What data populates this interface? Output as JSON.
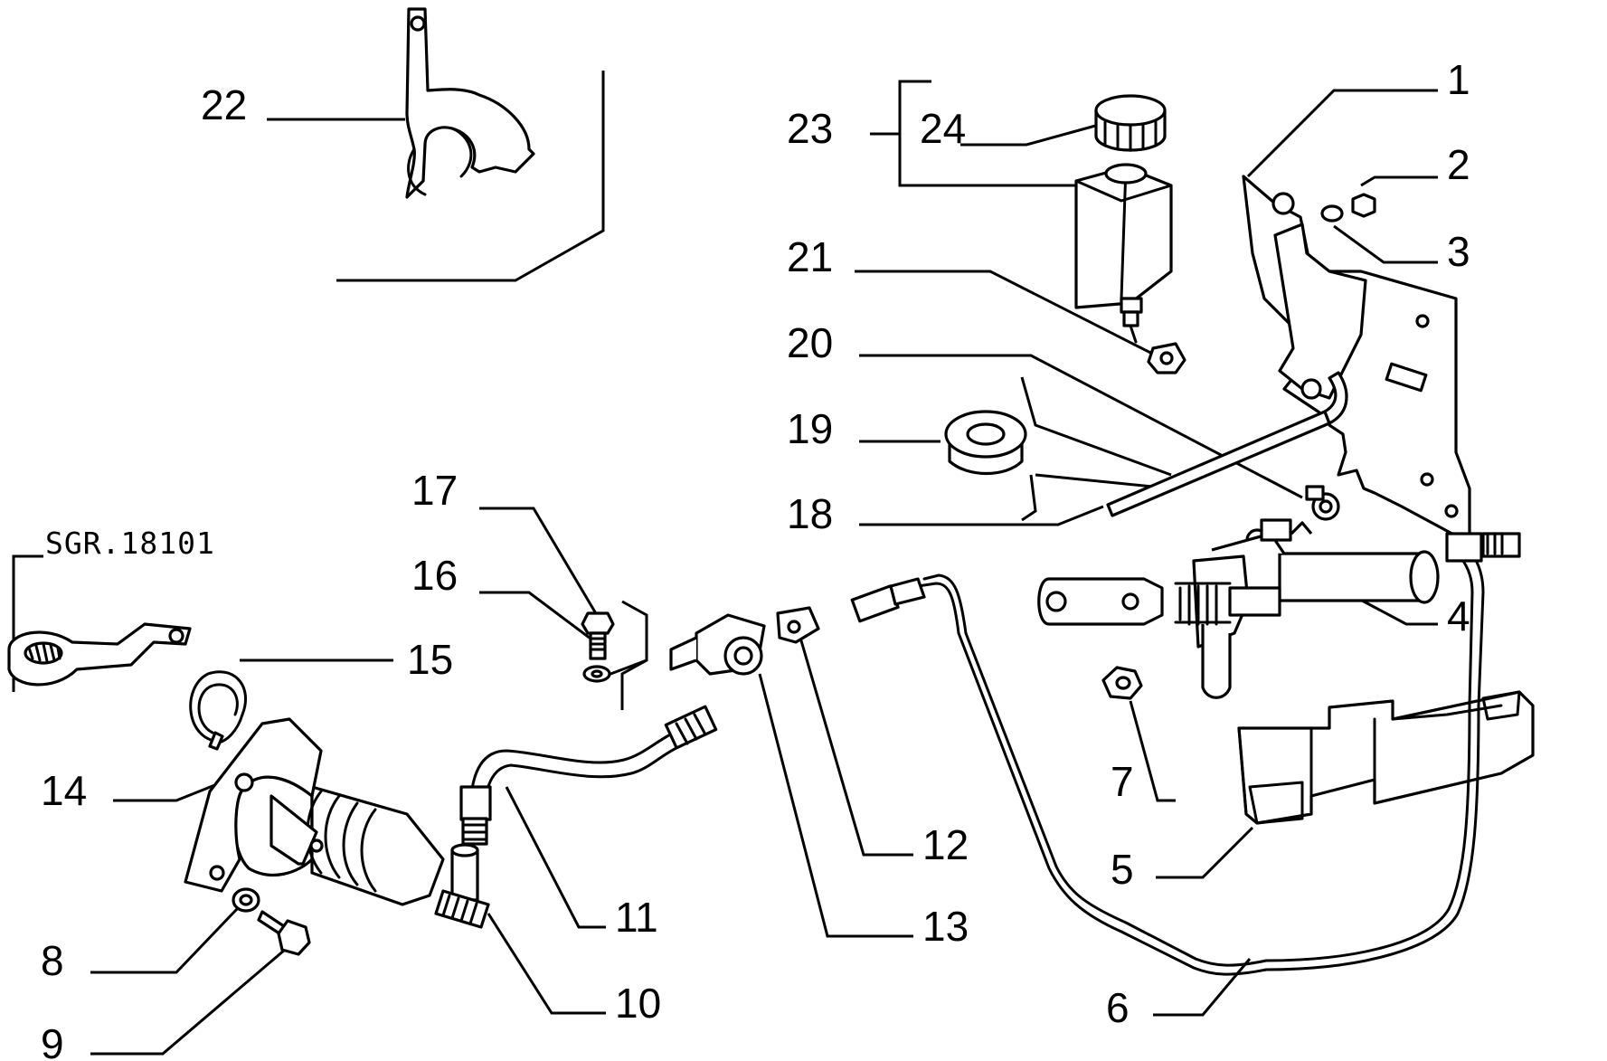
{
  "reference_code": "SGR.18101",
  "callouts": [
    "1",
    "2",
    "3",
    "4",
    "5",
    "6",
    "7",
    "8",
    "9",
    "10",
    "11",
    "12",
    "13",
    "14",
    "15",
    "16",
    "17",
    "18",
    "19",
    "20",
    "21",
    "22",
    "23",
    "24"
  ]
}
